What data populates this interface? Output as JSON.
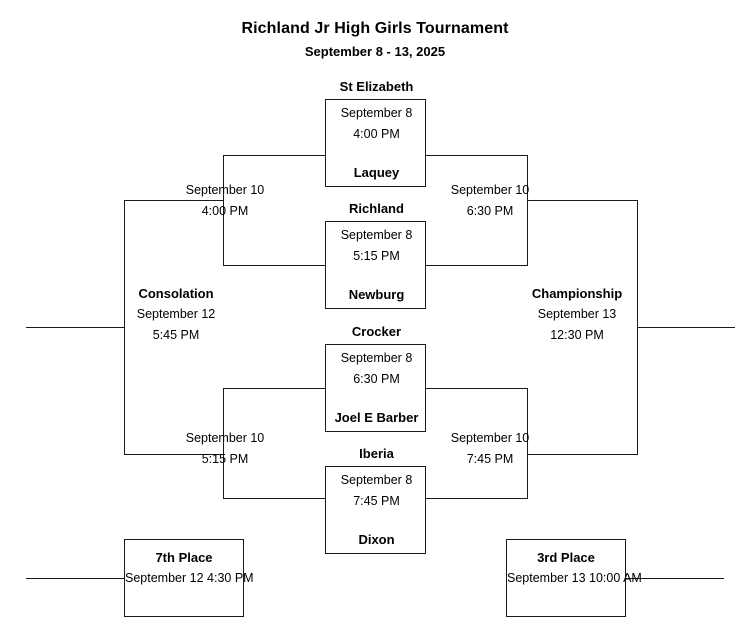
{
  "header": {
    "title": "Richland Jr High Girls Tournament",
    "subtitle": "September 8 - 13, 2025"
  },
  "bracket": {
    "first_round": [
      {
        "id": "game-1",
        "team_top": "St Elizabeth",
        "team_bottom": "Laquey",
        "date": "September 8",
        "time": "4:00 PM"
      },
      {
        "id": "game-2",
        "team_top": "Richland",
        "team_bottom": "Newburg",
        "date": "September 8",
        "time": "5:15 PM"
      },
      {
        "id": "game-3",
        "team_top": "Crocker",
        "team_bottom": "Joel E Barber",
        "date": "September 8",
        "time": "6:30 PM"
      },
      {
        "id": "game-4",
        "team_top": "Iberia",
        "team_bottom": "Dixon",
        "date": "September 8",
        "time": "7:45 PM"
      }
    ],
    "semifinals": [
      {
        "id": "consolation-semi-upper",
        "title": "",
        "date": "September 10",
        "time": "4:00 PM"
      },
      {
        "id": "winners-semi-upper",
        "title": "",
        "date": "September 10",
        "time": "6:30 PM"
      },
      {
        "id": "consolation-semi-lower",
        "title": "",
        "date": "September 10",
        "time": "5:15 PM"
      },
      {
        "id": "winners-semi-lower",
        "title": "",
        "date": "September 10",
        "time": "7:45 PM"
      }
    ],
    "finals": [
      {
        "id": "consolation",
        "title": "Consolation",
        "date": "September 12",
        "time": "5:45 PM"
      },
      {
        "id": "championship",
        "title": "Championship",
        "date": "September 13",
        "time": "12:30 PM"
      }
    ],
    "placements": [
      {
        "id": "seventh-place",
        "title": "7th Place",
        "date": "September 12",
        "time": "4:30 PM"
      },
      {
        "id": "third-place",
        "title": "3rd Place",
        "date": "September 13",
        "time": "10:00 AM"
      }
    ]
  },
  "colors": {
    "line": "#1a1a1a",
    "text": "#000000",
    "background": "#ffffff"
  }
}
